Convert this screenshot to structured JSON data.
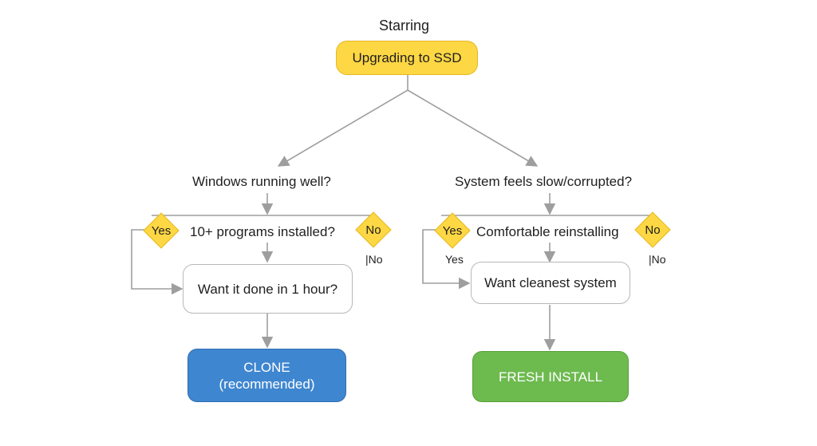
{
  "title": "Starring",
  "start": "Upgrading to SSD",
  "left": {
    "question1": "Windows running well?",
    "question2": "10+ programs installed?",
    "question3": "Want it done in 1 hour?",
    "yes": "Yes",
    "no": "No",
    "no_label": "|No",
    "result_line1": "CLONE",
    "result_line2": "(recommended)"
  },
  "right": {
    "question1": "System feels slow/corrupted?",
    "question2": "Comfortable reinstalling",
    "question3": "Want cleanest system",
    "yes": "Yes",
    "no": "No",
    "yes_label": "Yes",
    "no_label": "|No",
    "result": "FRESH INSTALL"
  },
  "colors": {
    "start": "#fdd744",
    "clone": "#3f86d0",
    "fresh_install": "#6dba4f",
    "connector": "#9e9e9e"
  }
}
